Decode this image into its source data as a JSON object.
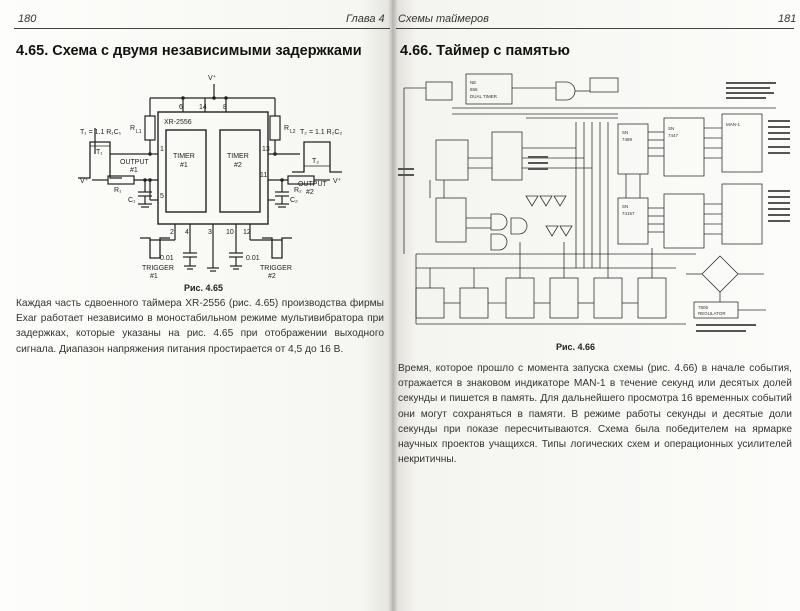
{
  "left_page": {
    "page_number": "180",
    "running_head": "Глава 4",
    "section_title": "4.65. Схема с двумя независимыми задержками",
    "figure": {
      "caption": "Рис. 4.65",
      "labels": {
        "vplus_top": "V⁺",
        "pin6": "6",
        "pin14": "14",
        "pin8": "8",
        "chip": "XR-2556",
        "timer1_line1": "TIMER",
        "timer1_line2": "#1",
        "timer2_line1": "TIMER",
        "timer2_line2": "#2",
        "rl1": "R",
        "rl1_sub": "L1",
        "rl2": "R",
        "rl2_sub": "L2",
        "t1_formula": "T₁ = 1.1 R₁C₁",
        "t2_formula": "T₂ = 1.1 R₂C₂",
        "t1": "T₁",
        "t2": "T₂",
        "output1_line1": "OUTPUT",
        "output1_line2": "#1",
        "output2_line1": "OUTPUT",
        "output2_line2": "#2",
        "r1": "R₁",
        "c1": "C₁",
        "r2": "R₂",
        "c2": "C₂",
        "vplus_left": "V⁺",
        "vplus_right": "V⁺",
        "pin1": "1",
        "pin13": "13",
        "pin5": "5",
        "pin11": "11",
        "pin2": "2",
        "pin4": "4",
        "pin10": "10",
        "pin12": "12",
        "pin3": "3",
        "cap_left": "0.01",
        "cap_right": "0.01",
        "trigger1_line1": "TRIGGER",
        "trigger1_line2": "#1",
        "trigger2_line1": "TRIGGER",
        "trigger2_line2": "#2"
      }
    },
    "paragraph": "Каждая часть сдвоенного таймера XR-2556 (рис. 4.65) производства фирмы Exar работает независимо в моностабильном режиме мультивибратора при задержках, которые указаны на рис. 4.65 при отображении выходного сигнала. Диапазон напряжения питания простирается от 4,5 до 16 В."
  },
  "right_page": {
    "page_number": "181",
    "running_head": "Схемы таймеров",
    "section_title": "4.66. Таймер с памятью",
    "figure": {
      "caption": "Рис. 4.66",
      "labels": {
        "display_box_line1": "MAN-1",
        "dual_timer_line1": "NE",
        "dual_timer_line2": "556",
        "dual_timer_line3": "DUAL TIMER",
        "memory_line1": "SN",
        "memory_line2": "7489",
        "decoder_line1": "SN",
        "decoder_line2": "7447",
        "mux_line1": "SN",
        "mux_line2": "74157",
        "regulator_line1": "7805",
        "regulator_line2": "REGULATOR"
      }
    },
    "paragraph": "Время, которое прошло с момента запуска схемы (рис. 4.66) в начале события, отражается в знаковом индикаторе MAN-1 в течение секунд или десятых долей секунды и пишется в память. Для дальнейшего просмотра 16 временных событий они могут сохраняться в памяти. В режиме работы секунды и десятые доли секунды при показе пересчитываются. Схема была победителем на ярмарке научных проектов учащихся. Типы логических схем и операционных усилителей некритичны."
  },
  "colors": {
    "ink": "#222222",
    "paper": "#fbfbf9"
  }
}
